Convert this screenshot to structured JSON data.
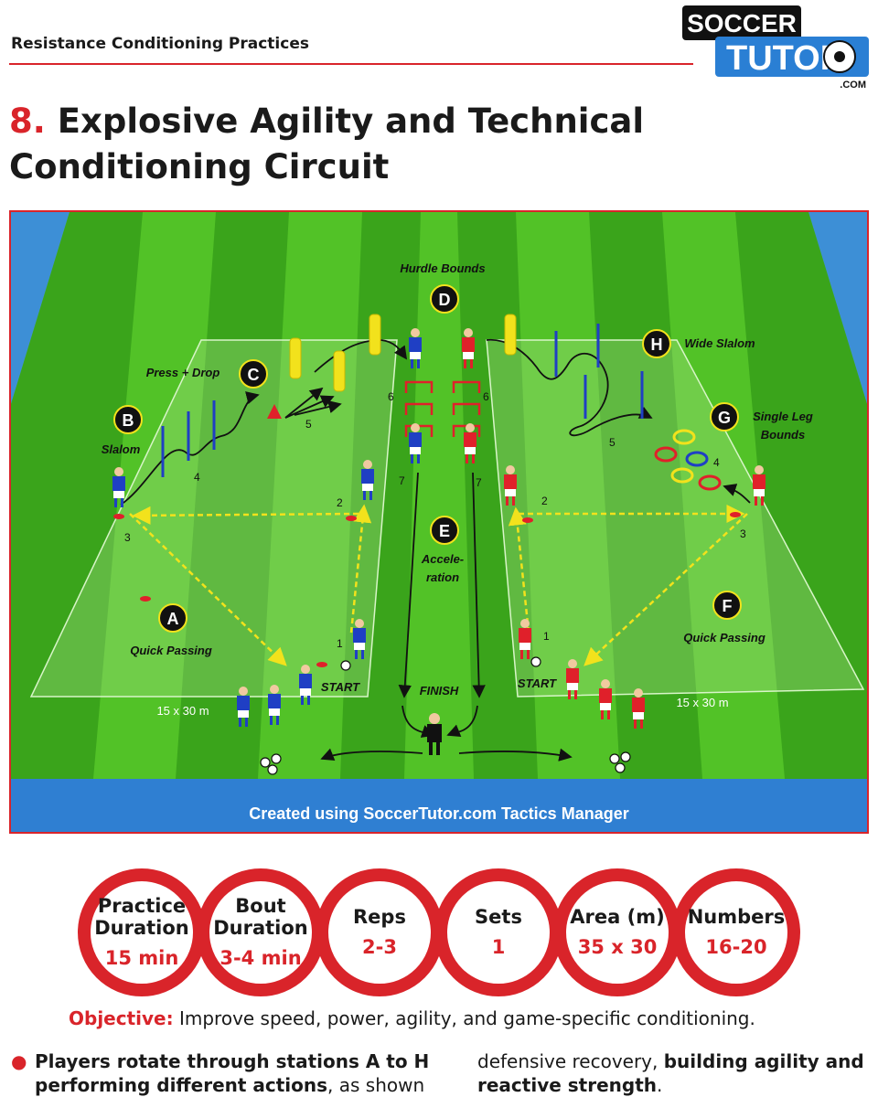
{
  "header": {
    "section_title": "Resistance Conditioning Practices",
    "logo_line1": "SOCCER",
    "logo_line2": "TUTOR",
    "logo_line3": ".COM"
  },
  "title": {
    "number": "8.",
    "text": "Explosive Agility and Technical Conditioning Circuit"
  },
  "diagram": {
    "banner": "Created using SoccerTutor.com Tactics Manager",
    "stations": [
      {
        "letter": "A",
        "label": "Quick Passing"
      },
      {
        "letter": "B",
        "label": "Slalom"
      },
      {
        "letter": "C",
        "label": "Press + Drop"
      },
      {
        "letter": "D",
        "label": "Hurdle Bounds"
      },
      {
        "letter": "E",
        "label_line1": "Accele-",
        "label_line2": "ration"
      },
      {
        "letter": "F",
        "label": "Quick Passing"
      },
      {
        "letter": "G",
        "label_line1": "Single Leg",
        "label_line2": "Bounds"
      },
      {
        "letter": "H",
        "label": "Wide Slalom"
      }
    ],
    "texts": {
      "start": "START",
      "finish": "FINISH",
      "area": "15 x 30 m",
      "n1": "1",
      "n2": "2",
      "n3": "3",
      "n4": "4",
      "n5": "5",
      "n6": "6",
      "n7": "7"
    },
    "colors": {
      "grass_light": "#52c227",
      "grass_dark": "#3aa41b",
      "team_blue": "#1f3fc4",
      "team_red": "#e0202a",
      "arrow_yellow": "#f2e21c",
      "banner_blue": "#2f7fd2"
    }
  },
  "stats": [
    {
      "label_line1": "Practice",
      "label_line2": "Duration",
      "value": "15 min"
    },
    {
      "label_line1": "Bout",
      "label_line2": "Duration",
      "value": "3-4 min"
    },
    {
      "label_line1": "Reps",
      "value": "2-3"
    },
    {
      "label_line1": "Sets",
      "value": "1"
    },
    {
      "label_line1": "Area (m)",
      "value": "35 x 30"
    },
    {
      "label_line1": "Numbers",
      "value": "16-20"
    }
  ],
  "objective": {
    "label": "Objective:",
    "text": " Improve speed, power, agility, and game-specific conditioning."
  },
  "bullets": {
    "b1_bold": "Players rotate through stations A to H performing different actions",
    "b1_rest": ", as shown",
    "col2_part1": "defensive recovery, ",
    "col2_bold": "building agility and reactive strength",
    "col2_end": "."
  }
}
